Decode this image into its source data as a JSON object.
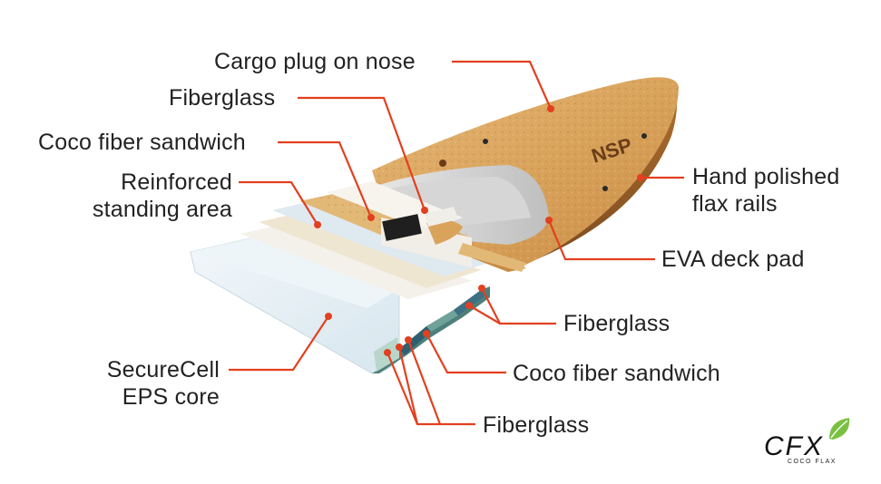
{
  "labels": {
    "cargo_plug": "Cargo plug on nose",
    "fiberglass_top": "Fiberglass",
    "coco_sandwich_top": "Coco fiber sandwich",
    "reinforced": "Reinforced\nstanding area",
    "hand_polished": "Hand polished\nflax rails",
    "eva_deck_pad": "EVA deck pad",
    "fiberglass_mid": "Fiberglass",
    "coco_sandwich_bottom": "Coco fiber sandwich",
    "securecell": "SecureCell\nEPS core",
    "fiberglass_bottom": "Fiberglass"
  },
  "board_mark": "NSP",
  "logo": {
    "text": "CFX",
    "subtext": "COCO FLAX"
  },
  "colors": {
    "callout_line": "#e2401f",
    "callout_dot": "#e2401f",
    "deck_wood": "#d9a35c",
    "eps_core": "#e6f0f5",
    "logo_leaf": "#7ac142"
  }
}
